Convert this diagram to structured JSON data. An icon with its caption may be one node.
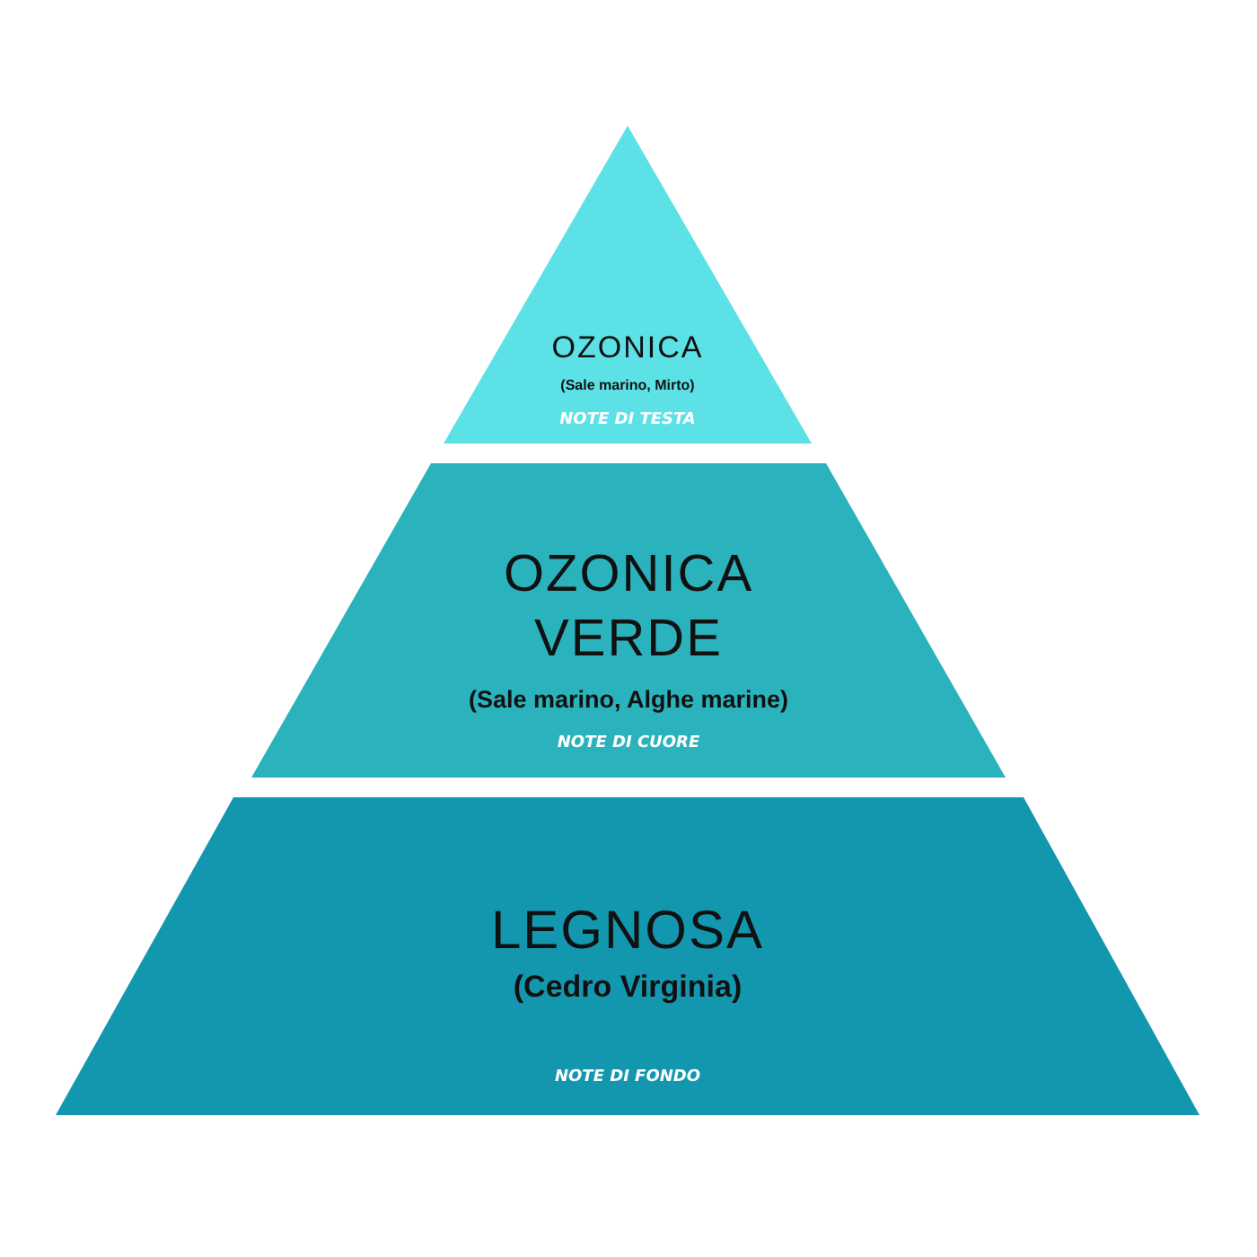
{
  "diagram": {
    "nodes": [
      {
        "text": [
          "OZONICA",
          "(Sale marino, Mirto)",
          "NOTE DI TESTA"
        ]
      },
      {
        "text": [
          "OZONICA VERDE",
          "(Sale marino, Alghe marine)",
          "NOTE DI CUORE"
        ]
      },
      {
        "text": [
          "LEGNOSA",
          "(Cedro Virginia)",
          "NOTE DI FONDO"
        ]
      }
    ]
  }
}
